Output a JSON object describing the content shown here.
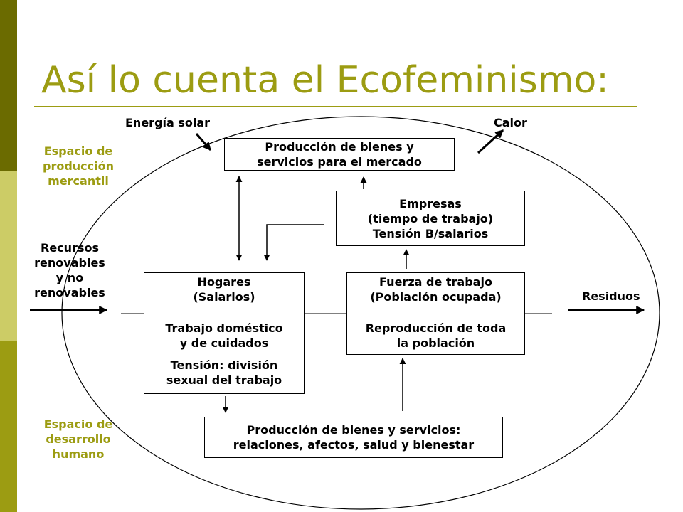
{
  "colors": {
    "title": "#9c9c12",
    "accent_labels": "#9c9c12",
    "sidebar_dark": "#6b6b00",
    "sidebar_light": "#cccc66",
    "sidebar_mid": "#9c9c12",
    "lines": "#000000"
  },
  "title": "Así lo cuenta el Ecofeminismo:",
  "labels": {
    "solar": "Energía solar",
    "heat": "Calor",
    "resources": [
      "Recursos",
      "renovables",
      "y  no",
      "renovables"
    ],
    "waste": "Residuos",
    "market_space": [
      "Espacio de",
      "producción",
      "mercantil"
    ],
    "human_space": [
      "Espacio de",
      "desarrollo",
      "humano"
    ]
  },
  "boxes": {
    "market_production": [
      "Producción de bienes y",
      "servicios para el mercado"
    ],
    "companies": [
      "Empresas",
      "(tiempo de trabajo)",
      "Tensión B/salarios"
    ],
    "households": {
      "upper": [
        "Hogares",
        "(Salarios)"
      ],
      "lower": [
        "Trabajo doméstico",
        "y de cuidados"
      ],
      "tension": [
        "Tensión: división",
        "sexual del trabajo"
      ]
    },
    "labor_force": {
      "upper": [
        "Fuerza de trabajo",
        "(Población ocupada)"
      ],
      "lower": [
        "Reproducción de toda",
        "la población"
      ]
    },
    "human_production": [
      "Producción de bienes y servicios:",
      "relaciones, afectos, salud y bienestar"
    ]
  }
}
